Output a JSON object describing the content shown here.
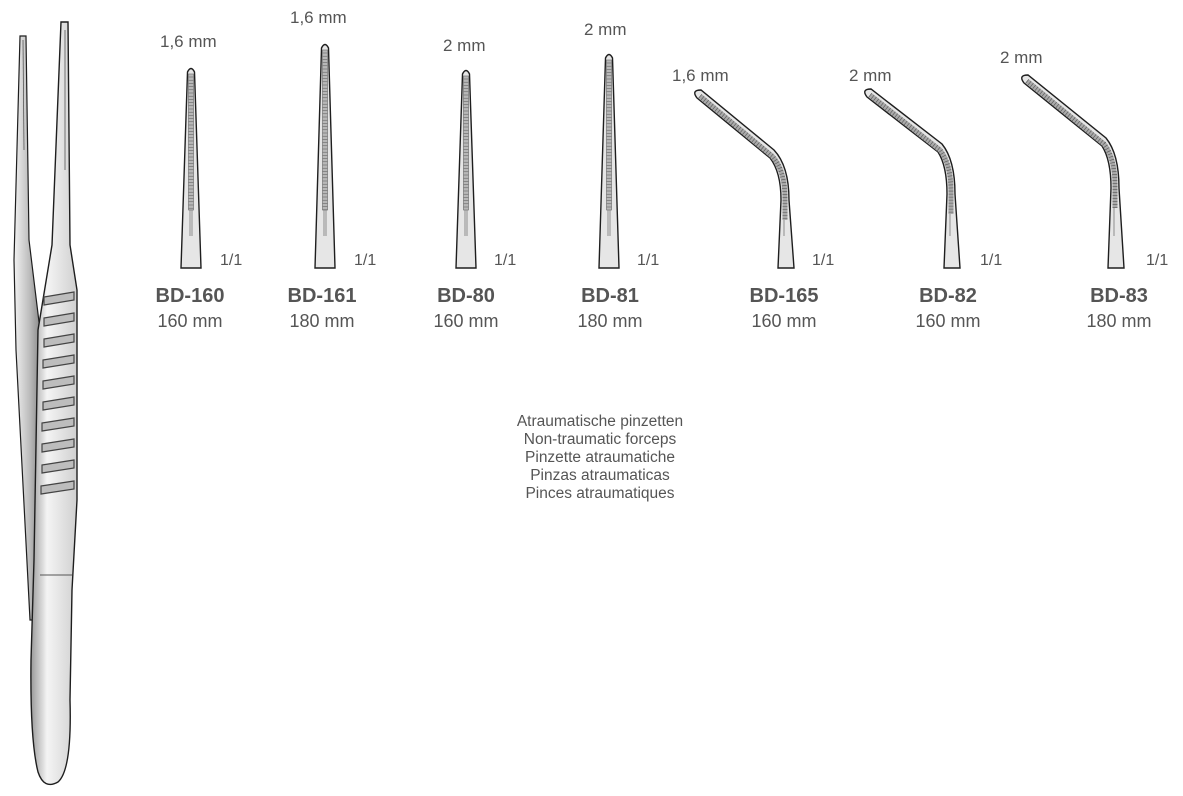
{
  "colors": {
    "line": "#1e1e1e",
    "metal": "#e6e6e6",
    "metal_shade": "#c4c4c4",
    "text": "#555555"
  },
  "overview_icon": "forceps-full-view",
  "instruments": [
    {
      "code": "BD-160",
      "length": "160 mm",
      "tip_width": "1,6 mm",
      "scale": "1/1",
      "shape": "straight"
    },
    {
      "code": "BD-161",
      "length": "180 mm",
      "tip_width": "1,6 mm",
      "scale": "1/1",
      "shape": "straight"
    },
    {
      "code": "BD-80",
      "length": "160 mm",
      "tip_width": "2 mm",
      "scale": "1/1",
      "shape": "straight"
    },
    {
      "code": "BD-81",
      "length": "180 mm",
      "tip_width": "2 mm",
      "scale": "1/1",
      "shape": "straight"
    },
    {
      "code": "BD-165",
      "length": "160 mm",
      "tip_width": "1,6 mm",
      "scale": "1/1",
      "shape": "angled"
    },
    {
      "code": "BD-82",
      "length": "160 mm",
      "tip_width": "2 mm",
      "scale": "1/1",
      "shape": "angled"
    },
    {
      "code": "BD-83",
      "length": "180 mm",
      "tip_width": "2 mm",
      "scale": "1/1",
      "shape": "angled"
    }
  ],
  "description": [
    "Atraumatische pinzetten",
    "Non-traumatic forceps",
    "Pinzette atraumatiche",
    "Pinzas atraumaticas",
    "Pinces atraumatiques"
  ]
}
